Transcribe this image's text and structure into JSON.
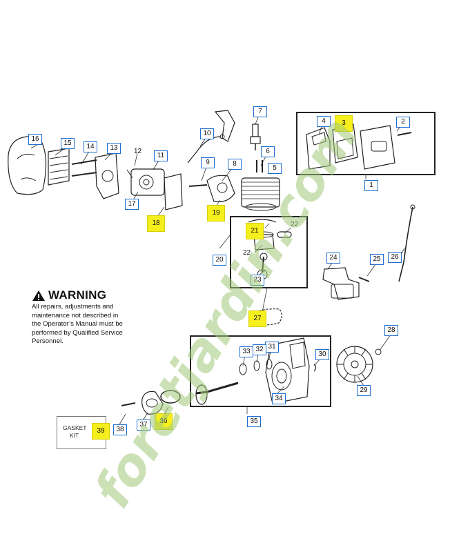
{
  "warning": {
    "title": "WARNING",
    "lines": [
      "All repairs, adjustments and",
      "maintenance not described in",
      "the Operator’s Manual must be",
      "performed by Qualified Service",
      "Personnel."
    ]
  },
  "kit": {
    "line1": "GASKET",
    "line2": "KIT"
  },
  "watermark": {
    "text": "foretjardin.com",
    "color": "#b9d39a",
    "accent": "#f7d27a"
  },
  "colors": {
    "tag_border": "#1f6fd0",
    "highlight": "#f6ef1e",
    "ink": "#111111"
  },
  "callouts": {
    "c1": "1",
    "c2": "2",
    "c3": "3",
    "c4": "4",
    "c5": "5",
    "c6": "6",
    "c7": "7",
    "c8": "8",
    "c9": "9",
    "c10": "10",
    "c11": "11",
    "c12": "12",
    "c13": "13",
    "c14": "14",
    "c15": "15",
    "c16": "16",
    "c17": "17",
    "c18": "18",
    "c19": "19",
    "c20": "20",
    "c21": "21",
    "c22": "22",
    "c23": "23",
    "c24": "24",
    "c25": "25",
    "c26": "26",
    "c27": "27",
    "c28": "28",
    "c29": "29",
    "c30": "30",
    "c31": "31",
    "c32": "32",
    "c33": "33",
    "c34": "34",
    "c35": "35",
    "c36": "36",
    "c37": "37",
    "c38": "38",
    "c39": "39"
  },
  "highlighted": [
    "c3",
    "c18",
    "c19",
    "c21",
    "c27",
    "c36",
    "c39"
  ]
}
